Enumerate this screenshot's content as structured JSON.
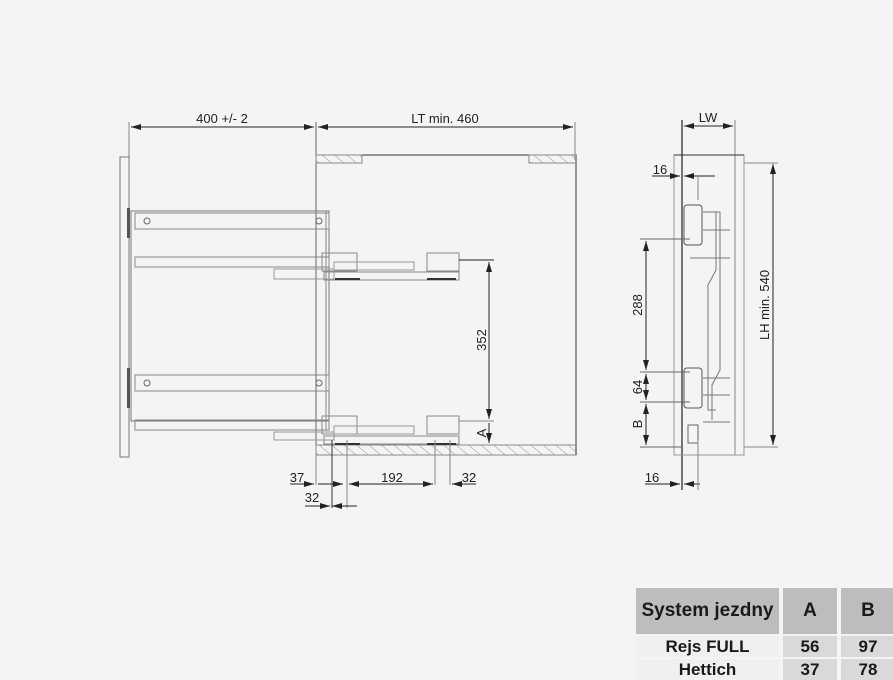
{
  "drawing": {
    "side_view": {
      "dim_top_left": "400 +/- 2",
      "dim_top_right": "LT min. 460",
      "dim_vertical": "352",
      "dim_A": "A",
      "bottom_dims": {
        "d37": "37",
        "d192": "192",
        "d32_right": "32",
        "d32_lower": "32"
      }
    },
    "front_view": {
      "dim_LW": "LW",
      "dim_16_top": "16",
      "dim_288": "288",
      "dim_64": "64",
      "dim_B": "B",
      "dim_LH": "LH min. 540",
      "dim_16_bottom": "16"
    }
  },
  "table": {
    "headers": [
      "System jezdny",
      "A",
      "B"
    ],
    "rows": [
      {
        "system": "Rejs FULL",
        "A": "56",
        "B": "97"
      },
      {
        "system": "Hettich",
        "A": "37",
        "B": "78"
      }
    ]
  },
  "colors": {
    "background": "#f4f4f4",
    "line": "#333333",
    "header_fill": "#bdbdbd",
    "value_fill": "#d9d9d9"
  }
}
